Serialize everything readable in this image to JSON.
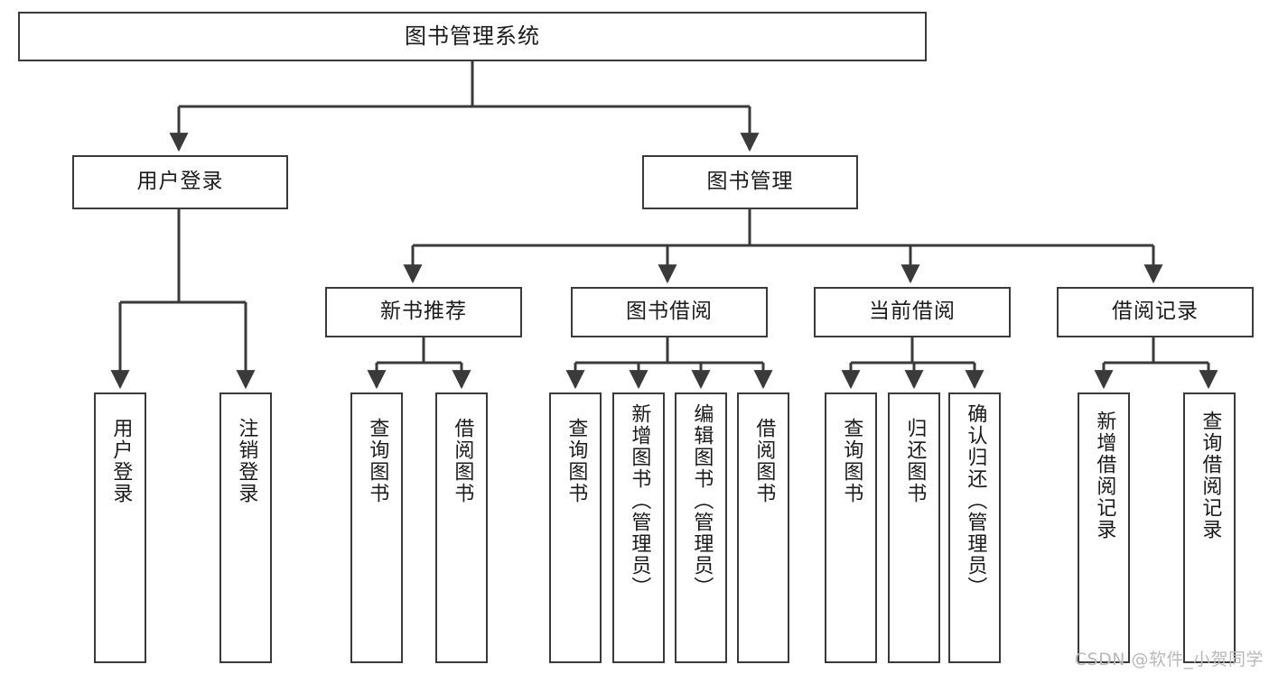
{
  "diagram": {
    "title": "图书管理系统",
    "type": "tree",
    "root": {
      "label": "图书管理系统"
    },
    "level2": [
      {
        "label": "用户登录"
      },
      {
        "label": "图书管理"
      }
    ],
    "level3": [
      {
        "label": "新书推荐"
      },
      {
        "label": "图书借阅"
      },
      {
        "label": "当前借阅"
      },
      {
        "label": "借阅记录"
      }
    ],
    "leaves": {
      "user_login": [
        {
          "label": "用户登录"
        },
        {
          "label": "注销登录"
        }
      ],
      "new_book_recommend": [
        {
          "label": "查询图书"
        },
        {
          "label": "借阅图书"
        }
      ],
      "book_borrow": [
        {
          "label": "查询图书"
        },
        {
          "label": "新增图书（管理员）"
        },
        {
          "label": "编辑图书（管理员）"
        },
        {
          "label": "借阅图书"
        }
      ],
      "current_borrow": [
        {
          "label": "查询图书"
        },
        {
          "label": "归还图书"
        },
        {
          "label": "确认归还（管理员）"
        }
      ],
      "borrow_record": [
        {
          "label": "新增借阅记录"
        },
        {
          "label": "查询借阅记录"
        }
      ]
    }
  },
  "watermark": {
    "text": "CSDN @软件_小贺同学"
  },
  "colors": {
    "border": "#3a3a3a",
    "text": "#1b1b1b",
    "background": "#ffffff",
    "watermark": "#b9b9b9"
  }
}
